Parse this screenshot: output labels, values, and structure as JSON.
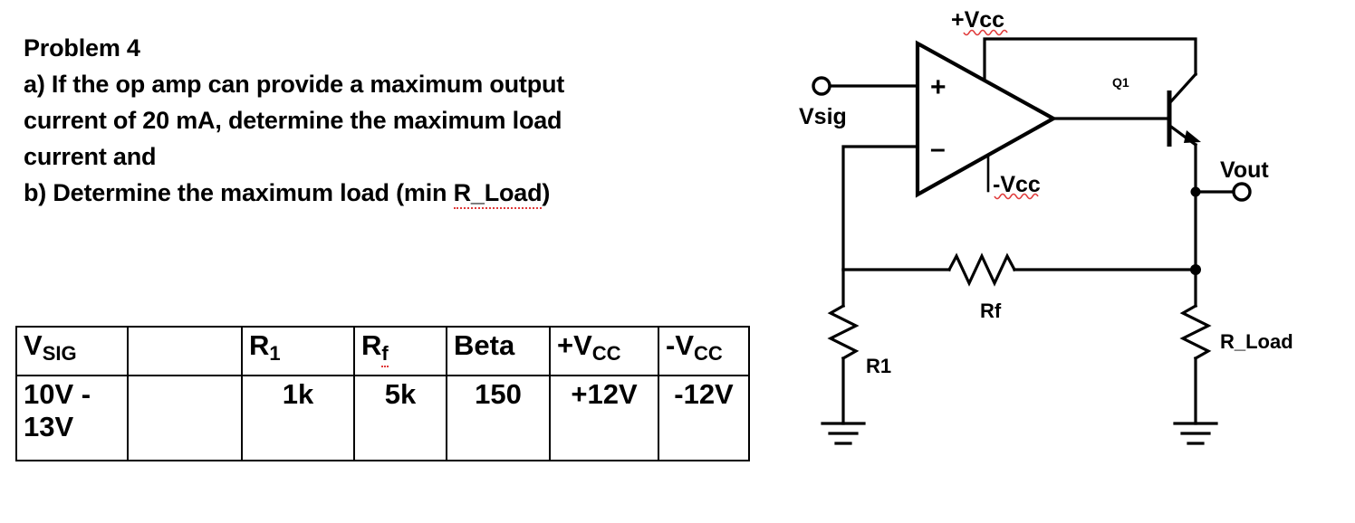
{
  "problem": {
    "title": "Problem 4",
    "lines": [
      "a)  If the op amp can provide a maximum output",
      "current of 20 mA, determine the maximum load",
      "current and",
      "b) Determine the maximum load (min R_Load)"
    ],
    "part_b_prefix": "b) Determine the maximum load (min ",
    "part_b_underlined": "R_Load",
    "part_b_suffix": ")"
  },
  "table": {
    "headers": [
      {
        "main": "V",
        "sub": "SIG"
      },
      {
        "main": "",
        "sub": ""
      },
      {
        "main": "R",
        "sub": "1"
      },
      {
        "main": "R",
        "sub": "f"
      },
      {
        "main": "Beta",
        "sub": ""
      },
      {
        "main": "+V",
        "sub": "CC"
      },
      {
        "main": "-V",
        "sub": "CC"
      }
    ],
    "rows": [
      [
        "10V -\n13V",
        "",
        "1k",
        "5k",
        "150",
        "+12V",
        "-12V"
      ]
    ],
    "row0": {
      "vsig_line1": "10V -",
      "vsig_line2": "13V",
      "blank": "",
      "r1": "1k",
      "rf": "5k",
      "beta": "150",
      "vcc_pos": "+12V",
      "vcc_neg": "-12V"
    }
  },
  "circuit": {
    "labels": {
      "vcc_pos": "+Vcc",
      "vcc_neg": "-Vcc",
      "vsig": "Vsig",
      "vout": "Vout",
      "q1": "Q1",
      "rf": "Rf",
      "r1": "R1",
      "rload": "R_Load",
      "op_plus": "+",
      "op_minus": "–"
    },
    "colors": {
      "wire": "#000000",
      "spellcheck_underline": "#e03a3a",
      "background": "#ffffff"
    }
  }
}
